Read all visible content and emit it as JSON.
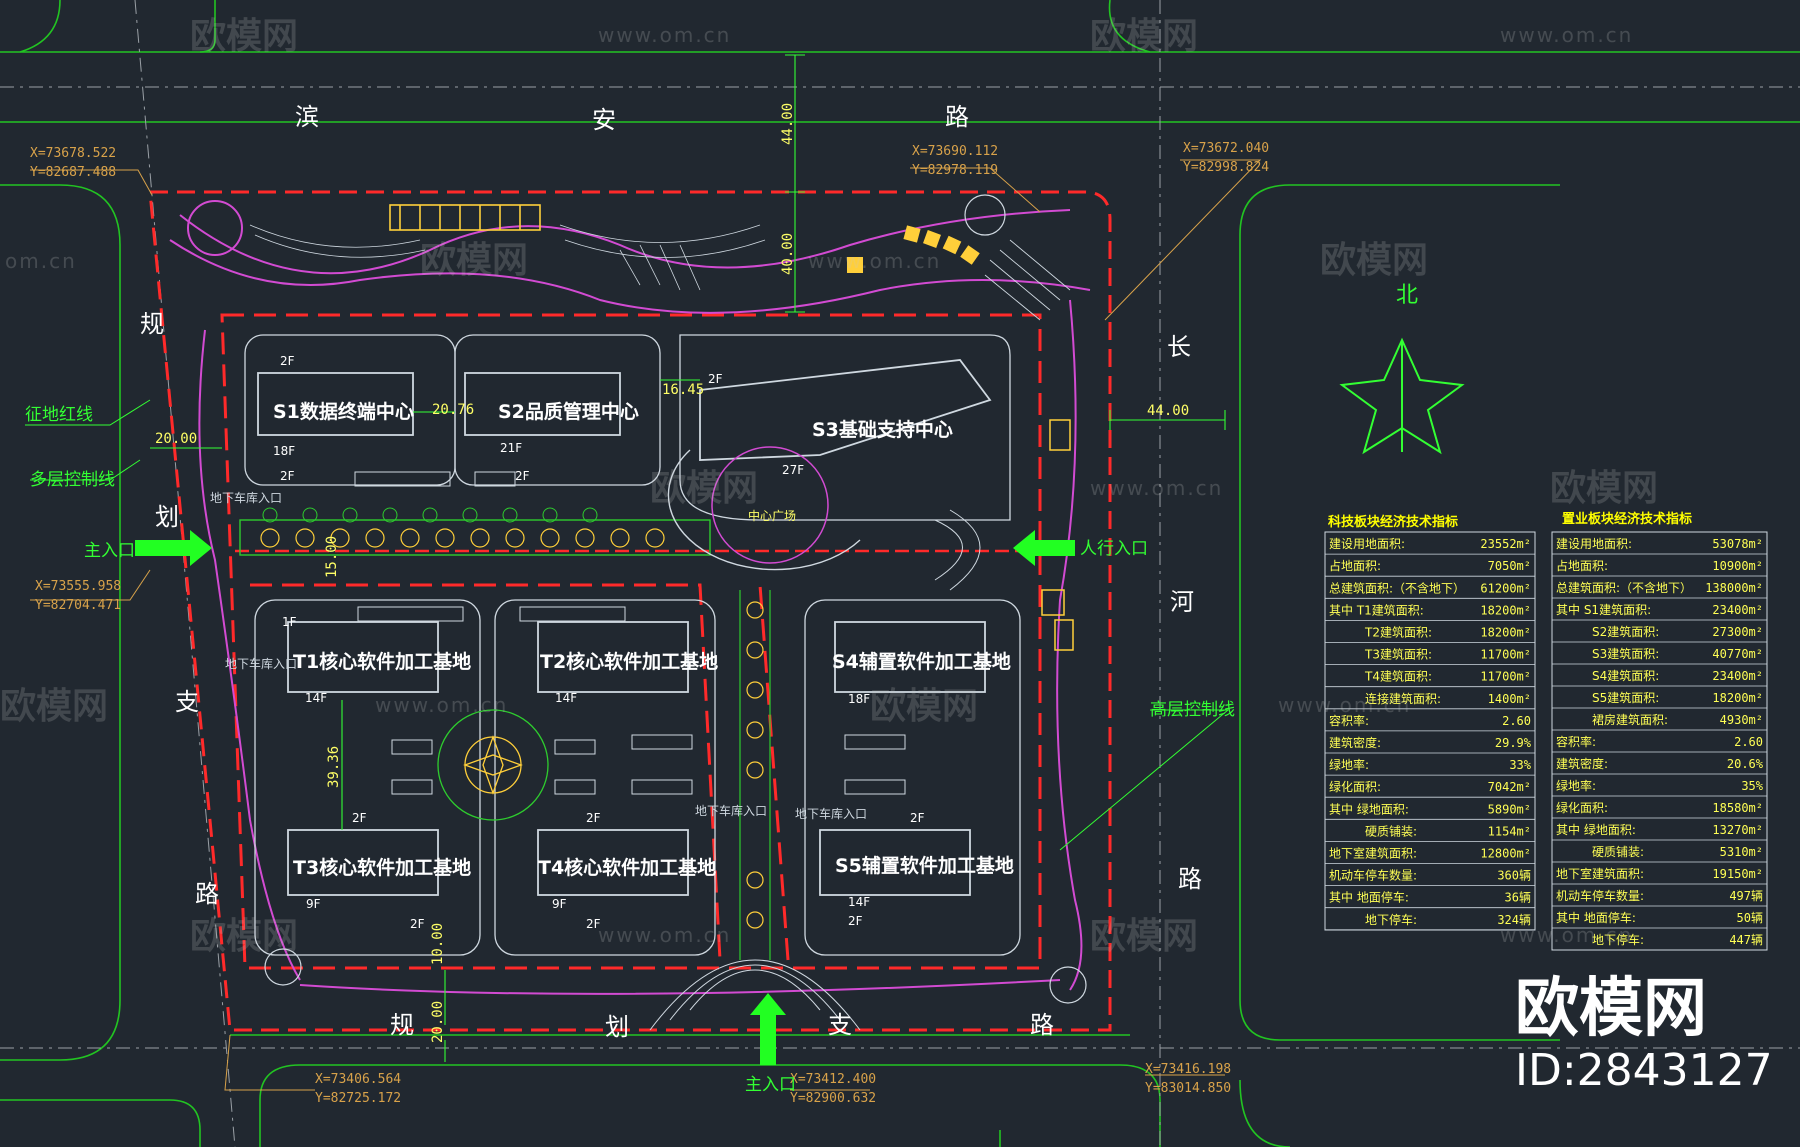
{
  "roads": [
    {
      "text": "滨"
    },
    {
      "text": "安"
    },
    {
      "text": "路"
    },
    {
      "text": "规"
    },
    {
      "text": "划"
    },
    {
      "text": "支"
    },
    {
      "text": "路"
    },
    {
      "text": "长"
    },
    {
      "text": "河"
    },
    {
      "text": "路"
    },
    {
      "text": "规"
    },
    {
      "text": "划"
    },
    {
      "text": "支"
    },
    {
      "text": "路"
    }
  ],
  "north_label": "北",
  "coords": [
    {
      "x": "X=73678.522",
      "y": "Y=82687.488"
    },
    {
      "x": "X=73690.112",
      "y": "Y=82978.119"
    },
    {
      "x": "X=73672.040",
      "y": "Y=82998.824"
    },
    {
      "x": "X=73555.958",
      "y": "Y=82704.471"
    },
    {
      "x": "X=73406.564",
      "y": "Y=82725.172"
    },
    {
      "x": "X=73412.400",
      "y": "Y=82900.632"
    },
    {
      "x": "X=73416.198",
      "y": "Y=83014.850"
    }
  ],
  "dims": [
    "44.00",
    "40.00",
    "20.00",
    "20.76",
    "16.45",
    "44.00",
    "39.36",
    "10.00",
    "20.00",
    "15.00"
  ],
  "labels": {
    "land_line": "征地红线",
    "low_rise_line": "多层控制线",
    "high_rise_line": "高层控制线",
    "main_entry_west": "主入口",
    "ped_entry_east": "人行入口",
    "main_entry_south": "主入口",
    "garage_entry": "地下车库入口",
    "center_point": "中心广场"
  },
  "buildings": [
    {
      "name": "S1数据终端中心",
      "floors": [
        "2F",
        "18F",
        "2F"
      ]
    },
    {
      "name": "S2品质管理中心",
      "floors": [
        "21F",
        "2F"
      ]
    },
    {
      "name": "S3基础支持中心",
      "floors": [
        "2F",
        "27F"
      ]
    },
    {
      "name": "T1核心软件加工基地",
      "floors": [
        "1F",
        "14F"
      ]
    },
    {
      "name": "T2核心软件加工基地",
      "floors": [
        "14F"
      ]
    },
    {
      "name": "S4辅置软件加工基地",
      "floors": [
        "18F",
        "2F"
      ]
    },
    {
      "name": "T3核心软件加工基地",
      "floors": [
        "2F",
        "9F",
        "2F"
      ]
    },
    {
      "name": "T4核心软件加工基地",
      "floors": [
        "2F",
        "9F",
        "2F"
      ]
    },
    {
      "name": "S5辅置软件加工基地",
      "floors": [
        "14F",
        "2F"
      ]
    }
  ],
  "table1": {
    "title": "科技板块经济技术指标",
    "rows": [
      {
        "label": "建设用地面积:",
        "value": "23552m²"
      },
      {
        "label": "占地面积:",
        "value": "7050m²"
      },
      {
        "label": "总建筑面积:（不含地下）",
        "value": "61200m²"
      },
      {
        "label": "其中  T1建筑面积:",
        "value": "18200m²"
      },
      {
        "label": "T2建筑面积:",
        "value": "18200m²"
      },
      {
        "label": "T3建筑面积:",
        "value": "11700m²"
      },
      {
        "label": "T4建筑面积:",
        "value": "11700m²"
      },
      {
        "label": "连接建筑面积:",
        "value": "1400m²"
      },
      {
        "label": "容积率:",
        "value": "2.60"
      },
      {
        "label": "建筑密度:",
        "value": "29.9%"
      },
      {
        "label": "绿地率:",
        "value": "33%"
      },
      {
        "label": "绿化面积:",
        "value": "7042m²"
      },
      {
        "label": "其中  绿地面积:",
        "value": "5890m²"
      },
      {
        "label": "硬质铺装:",
        "value": "1154m²"
      },
      {
        "label": "地下室建筑面积:",
        "value": "12800m²"
      },
      {
        "label": "机动车停车数量:",
        "value": "360辆"
      },
      {
        "label": "其中  地面停车:",
        "value": "36辆"
      },
      {
        "label": "地下停车:",
        "value": "324辆"
      }
    ]
  },
  "table2": {
    "title": "置业板块经济技术指标",
    "rows": [
      {
        "label": "建设用地面积:",
        "value": "53078m²"
      },
      {
        "label": "占地面积:",
        "value": "10900m²"
      },
      {
        "label": "总建筑面积:（不含地下）",
        "value": "138000m²"
      },
      {
        "label": "其中  S1建筑面积:",
        "value": "23400m²"
      },
      {
        "label": "S2建筑面积:",
        "value": "27300m²"
      },
      {
        "label": "S3建筑面积:",
        "value": "40770m²"
      },
      {
        "label": "S4建筑面积:",
        "value": "23400m²"
      },
      {
        "label": "S5建筑面积:",
        "value": "18200m²"
      },
      {
        "label": "裙房建筑面积:",
        "value": "4930m²"
      },
      {
        "label": "容积率:",
        "value": "2.60"
      },
      {
        "label": "建筑密度:",
        "value": "20.6%"
      },
      {
        "label": "绿地率:",
        "value": "35%"
      },
      {
        "label": "绿化面积:",
        "value": "18580m²"
      },
      {
        "label": "其中  绿地面积:",
        "value": "13270m²"
      },
      {
        "label": "硬质铺装:",
        "value": "5310m²"
      },
      {
        "label": "地下室建筑面积:",
        "value": "19150m²"
      },
      {
        "label": "机动车停车数量:",
        "value": "497辆"
      },
      {
        "label": "其中  地面停车:",
        "value": "50辆"
      },
      {
        "label": "地下停车:",
        "value": "447辆"
      }
    ]
  },
  "watermark": {
    "name": "欧模网",
    "url": "www.om.cn",
    "url_short": "om.cn"
  },
  "brand": {
    "name": "欧模网",
    "id": "ID:2843127"
  },
  "colors": {
    "background": "#212830",
    "red_line": "#ff2a2a",
    "green": "#33ff33",
    "magenta": "#d24bd2",
    "outline": "#cfd8e0"
  }
}
